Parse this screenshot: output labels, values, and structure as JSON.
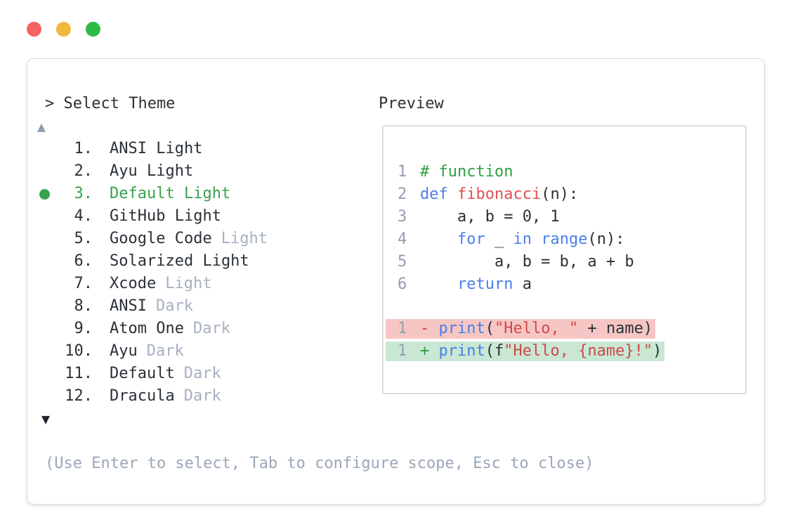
{
  "window_controls": {
    "buttons": [
      {
        "name": "close",
        "color": "#f4635e"
      },
      {
        "name": "minimize",
        "color": "#f2b83b"
      },
      {
        "name": "zoom",
        "color": "#2dba44"
      }
    ]
  },
  "theme_selector": {
    "prompt": "> Select Theme",
    "scroll_up": "▲",
    "scroll_down": "▼",
    "items": [
      {
        "number": "1.",
        "name": "ANSI Light"
      },
      {
        "number": "2.",
        "name": "Ayu Light"
      },
      {
        "number": "3.",
        "name": "Default Light",
        "selected": true
      },
      {
        "number": "4.",
        "name": "GitHub Light"
      },
      {
        "number": "5.",
        "name": "Google Code",
        "variant": "Light"
      },
      {
        "number": "6.",
        "name": "Solarized Light"
      },
      {
        "number": "7.",
        "name": "Xcode",
        "variant": "Light"
      },
      {
        "number": "8.",
        "name": "ANSI",
        "variant": "Dark"
      },
      {
        "number": "9.",
        "name": "Atom One",
        "variant": "Dark"
      },
      {
        "number": "10.",
        "name": "Ayu",
        "variant": "Dark"
      },
      {
        "number": "11.",
        "name": "Default",
        "variant": "Dark"
      },
      {
        "number": "12.",
        "name": "Dracula",
        "variant": "Dark"
      }
    ],
    "footer_hint": "(Use Enter to select, Tab to configure scope, Esc to close)"
  },
  "preview": {
    "title": "Preview",
    "lines": [
      {
        "num": "1",
        "tokens": [
          [
            "comment",
            "# function"
          ]
        ]
      },
      {
        "num": "2",
        "tokens": [
          [
            "kw",
            "def"
          ],
          [
            "plain",
            " "
          ],
          [
            "fn",
            "fibonacci"
          ],
          [
            "plain",
            "(n):"
          ]
        ]
      },
      {
        "num": "3",
        "tokens": [
          [
            "plain",
            "    a, b = 0, 1"
          ]
        ]
      },
      {
        "num": "4",
        "tokens": [
          [
            "plain",
            "    "
          ],
          [
            "kw",
            "for"
          ],
          [
            "plain",
            " _ "
          ],
          [
            "kw",
            "in"
          ],
          [
            "plain",
            " "
          ],
          [
            "kw",
            "range"
          ],
          [
            "plain",
            "(n):"
          ]
        ]
      },
      {
        "num": "5",
        "tokens": [
          [
            "plain",
            "        a, b = b, a + b"
          ]
        ]
      },
      {
        "num": "6",
        "tokens": [
          [
            "plain",
            "    "
          ],
          [
            "kw",
            "return"
          ],
          [
            "plain",
            " a"
          ]
        ]
      },
      {
        "blank": true
      },
      {
        "num": "1",
        "bg": "removed",
        "tokens": [
          [
            "minus",
            "-"
          ],
          [
            "plain",
            " "
          ],
          [
            "kw",
            "print"
          ],
          [
            "plain",
            "("
          ],
          [
            "str",
            "\"Hello, \""
          ],
          [
            "plain",
            " + name)"
          ]
        ]
      },
      {
        "num": "1",
        "bg": "added",
        "tokens": [
          [
            "plus",
            "+"
          ],
          [
            "plain",
            " "
          ],
          [
            "kw",
            "print"
          ],
          [
            "plain",
            "(f"
          ],
          [
            "str",
            "\"Hello, {name}!\""
          ],
          [
            "plain",
            ")"
          ]
        ]
      }
    ]
  },
  "colors": {
    "text_dark": "#2b3138",
    "text_muted_variant": "#a7b1c2",
    "footer_gray": "#9ba7b8",
    "selected_green": "#38a24c",
    "scroll_up_gray": "#8d9ab0",
    "scroll_down_dark": "#1e222a",
    "line_number_gray": "#939eae",
    "keyword_blue": "#4a7fe8",
    "function_red": "#e05252",
    "string_red": "#cf4a4a",
    "comment_green": "#2f9e44",
    "diff_minus_red": "#d44040",
    "diff_plus_green": "#2f9e44",
    "removed_bg": "#f6c6c4",
    "added_bg": "#c9e7d3",
    "window_border": "#d5dae2",
    "preview_border": "#d9dde3"
  }
}
